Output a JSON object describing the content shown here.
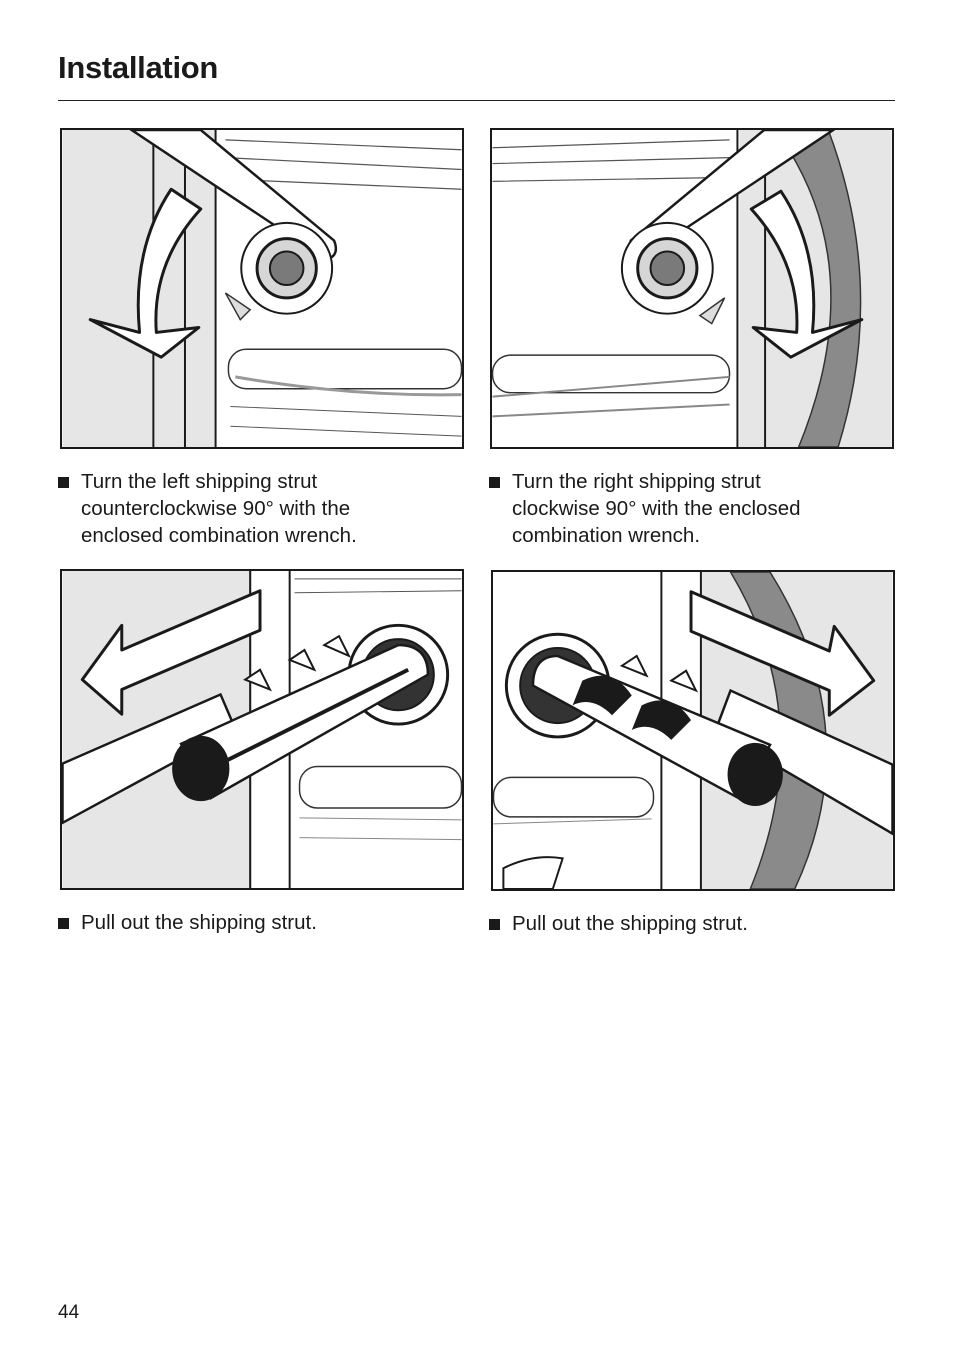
{
  "header": {
    "title": "Installation"
  },
  "steps": [
    {
      "lines": [
        "Turn the left shipping strut",
        "counterclockwise 90° with the",
        "enclosed combination wrench."
      ]
    },
    {
      "lines": [
        "Turn the right shipping strut",
        "clockwise 90° with the enclosed",
        "combination wrench."
      ]
    },
    {
      "lines": [
        "Pull out the shipping strut."
      ]
    },
    {
      "lines": [
        "Pull out the shipping strut."
      ]
    }
  ],
  "footer": {
    "page_number": "44"
  },
  "colors": {
    "ink": "#1a1a1a",
    "panel": "#e6e6e6",
    "gasket": "#8a8a8a"
  }
}
